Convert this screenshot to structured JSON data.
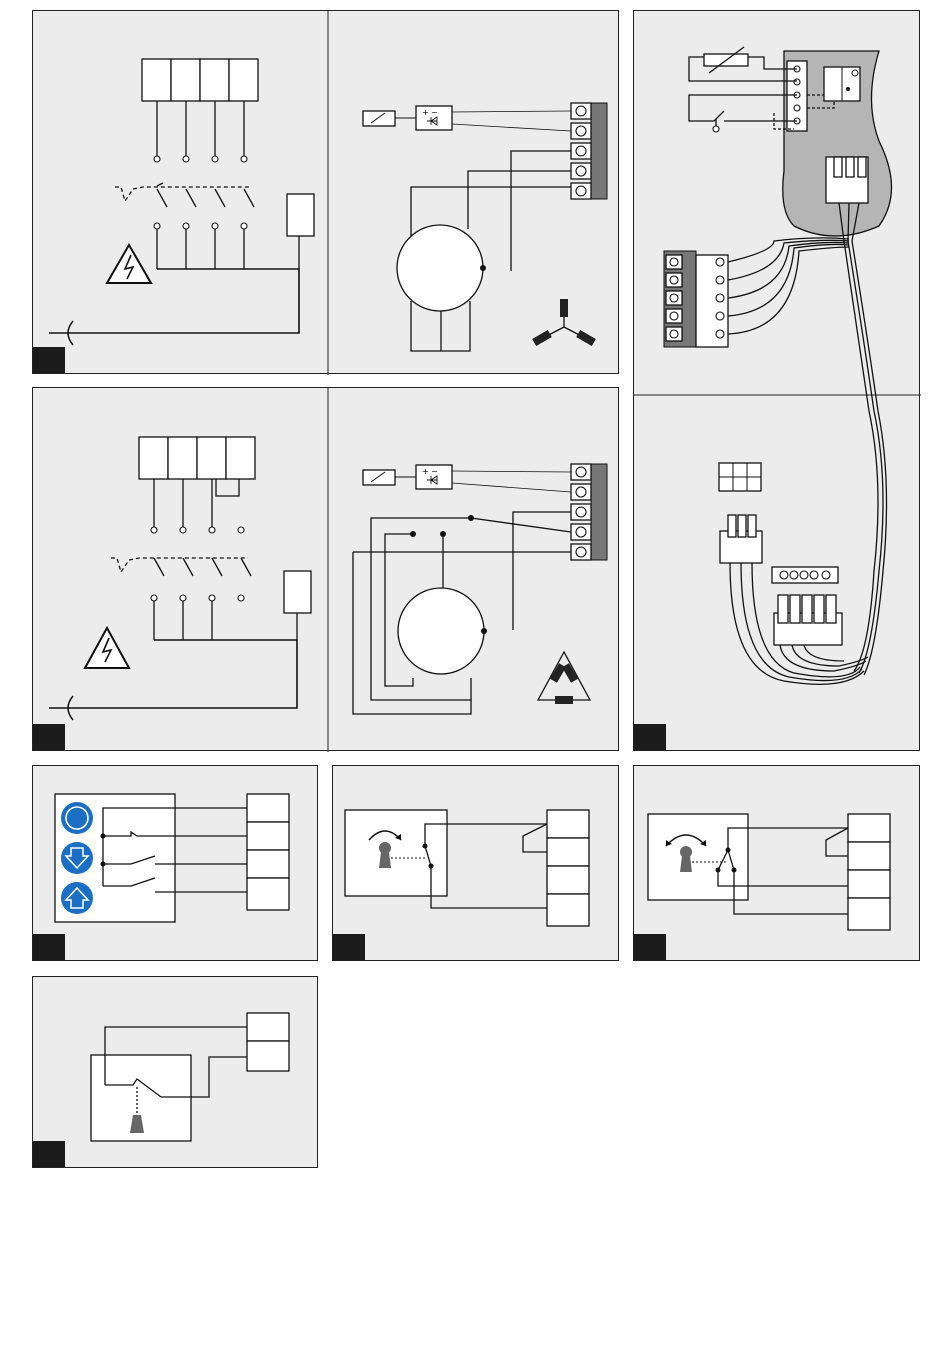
{
  "figure": {
    "panels": [
      {
        "id": "wiring-3-phase-star",
        "diagram": "mains-isolator-to-motor-star"
      },
      {
        "id": "wiring-3-phase-delta",
        "diagram": "mains-isolator-to-motor-delta"
      },
      {
        "id": "control-board-connections",
        "diagram": "pcb-connector-harness"
      },
      {
        "id": "push-button-station",
        "diagram": "open-stop-close-buttons"
      },
      {
        "id": "key-switch-single",
        "diagram": "key-switch-one-direction"
      },
      {
        "id": "key-switch-double",
        "diagram": "key-switch-two-direction"
      },
      {
        "id": "pull-switch",
        "diagram": "pull-cord-switch"
      }
    ],
    "symbols": {
      "hazard": "high-voltage-warning-icon",
      "earth": "earth-symbol",
      "star": "star-winding-icon",
      "delta": "delta-winding-icon"
    },
    "colors": {
      "panel": "#ececec",
      "button": "#1a6fc4",
      "dark": "#1c1c1c",
      "terminal": "#777777"
    }
  }
}
